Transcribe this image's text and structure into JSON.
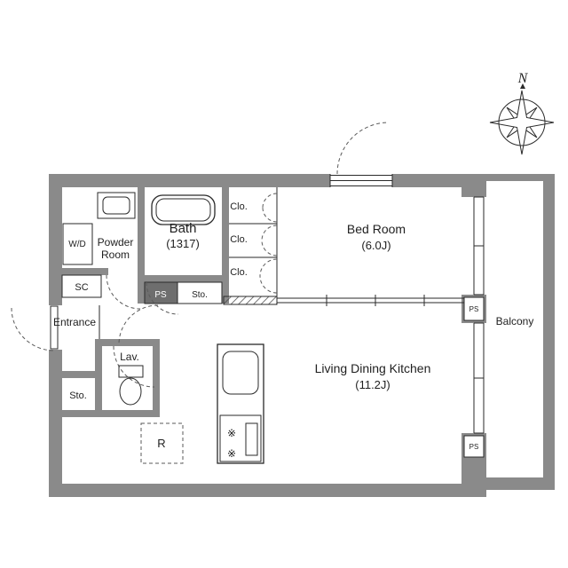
{
  "colors": {
    "wall": "#8a8a8a",
    "wall_dark": "#6e6e6e",
    "line": "#2a2a2a",
    "background": "#ffffff"
  },
  "compass": {
    "north_label": "N"
  },
  "icons": {
    "stove_burner_glyph": "※"
  },
  "rooms": {
    "bath": {
      "name": "Bath",
      "size": "(1317)"
    },
    "powder_room": {
      "line1": "Powder",
      "line2": "Room"
    },
    "washer_dryer": {
      "label": "W/D"
    },
    "shoe_closet": {
      "label": "SC"
    },
    "entrance": {
      "label": "Entrance"
    },
    "lavatory": {
      "label": "Lav."
    },
    "storage_hall": {
      "label": "Sto."
    },
    "storage_lower": {
      "label": "Sto."
    },
    "pipe_space_hall": {
      "label": "PS"
    },
    "pipe_space_right_upper": {
      "label": "PS"
    },
    "pipe_space_right_lower": {
      "label": "PS"
    },
    "closet_top": {
      "label": "Clo."
    },
    "closet_middle": {
      "label": "Clo."
    },
    "closet_bottom": {
      "label": "Clo."
    },
    "bedroom": {
      "name": "Bed Room",
      "size": "(6.0J)"
    },
    "ldk": {
      "name": "Living Dining Kitchen",
      "size": "(11.2J)"
    },
    "balcony": {
      "label": "Balcony"
    },
    "refrigerator": {
      "label": "R"
    }
  }
}
